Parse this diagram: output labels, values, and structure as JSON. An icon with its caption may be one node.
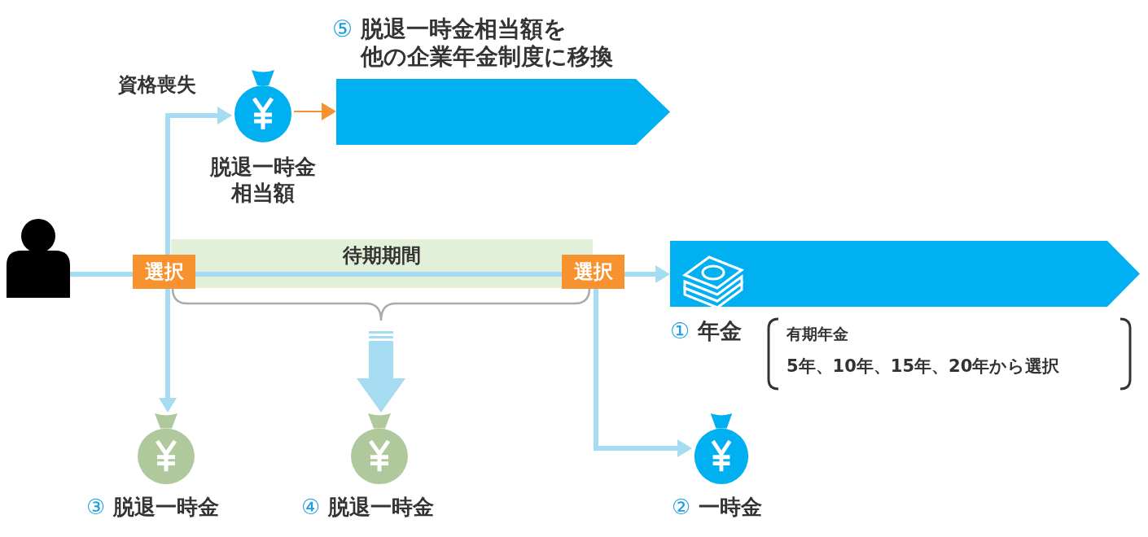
{
  "diagram": {
    "nodes": [
      {
        "text": [],
        "shape": "person"
      },
      {
        "text": [
          "選択"
        ]
      },
      {
        "text": [
          "待期期間"
        ]
      },
      {
        "text": [
          "選択"
        ]
      },
      {
        "text": [],
        "shape": "bag",
        "beside": [
          "脱退一時金相当額"
        ]
      },
      {
        "text": [
          "⑤",
          "脱退一時金相当額を他の企業年金制度に移換"
        ]
      },
      {
        "text": [
          "①",
          "年金"
        ]
      },
      {
        "text": [],
        "shape": "bag",
        "beside": [
          "②",
          "一時金"
        ]
      },
      {
        "text": [],
        "shape": "bag",
        "beside": [
          "③",
          "脱退一時金"
        ]
      },
      {
        "text": [],
        "shape": "bag",
        "beside": [
          "④",
          "脱退一時金"
        ]
      }
    ],
    "edges": [
      {
        "from": 0,
        "to": 1,
        "arrow": "none"
      },
      {
        "from": 1,
        "to": 3,
        "arrow": "none"
      },
      {
        "from": 3,
        "to": 6,
        "arrow": "to"
      },
      {
        "from": 3,
        "to": 7,
        "arrow": "to"
      },
      {
        "from": 1,
        "to": 4,
        "arrow": "to",
        "label": "資格喪失"
      },
      {
        "from": 1,
        "to": 8,
        "arrow": "to"
      },
      {
        "from": null,
        "to": 9,
        "arrow": "to",
        "style": "thick"
      },
      {
        "from": 4,
        "to": 5,
        "arrow": "to",
        "color": "#f7922f"
      }
    ],
    "labels": [
      "有期年金",
      "5年、10年、15年、20年から選択"
    ]
  }
}
